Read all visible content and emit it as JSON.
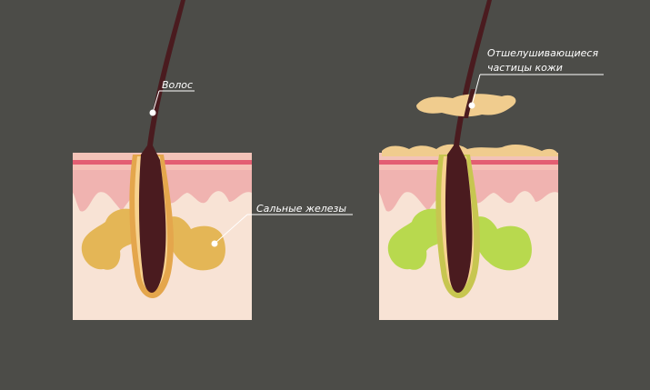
{
  "labels": {
    "hair": "Волос",
    "sebaceous_glands": "Сальные железы",
    "flaking_line1": "Отшелушивающиеся",
    "flaking_line2": "частицы кожи"
  },
  "colors": {
    "background": "#4c4c48",
    "dermis": "#f8e3d5",
    "epidermis_pink": "#f0b3b0",
    "epidermis_stripe": "#e35e72",
    "hair": "#4a1b1f",
    "follicle_sheath": "#e4a64c",
    "gland_healthy": "#e4b656",
    "gland_affected": "#b8d94e",
    "skin_flakes": "#f0cc8e"
  }
}
